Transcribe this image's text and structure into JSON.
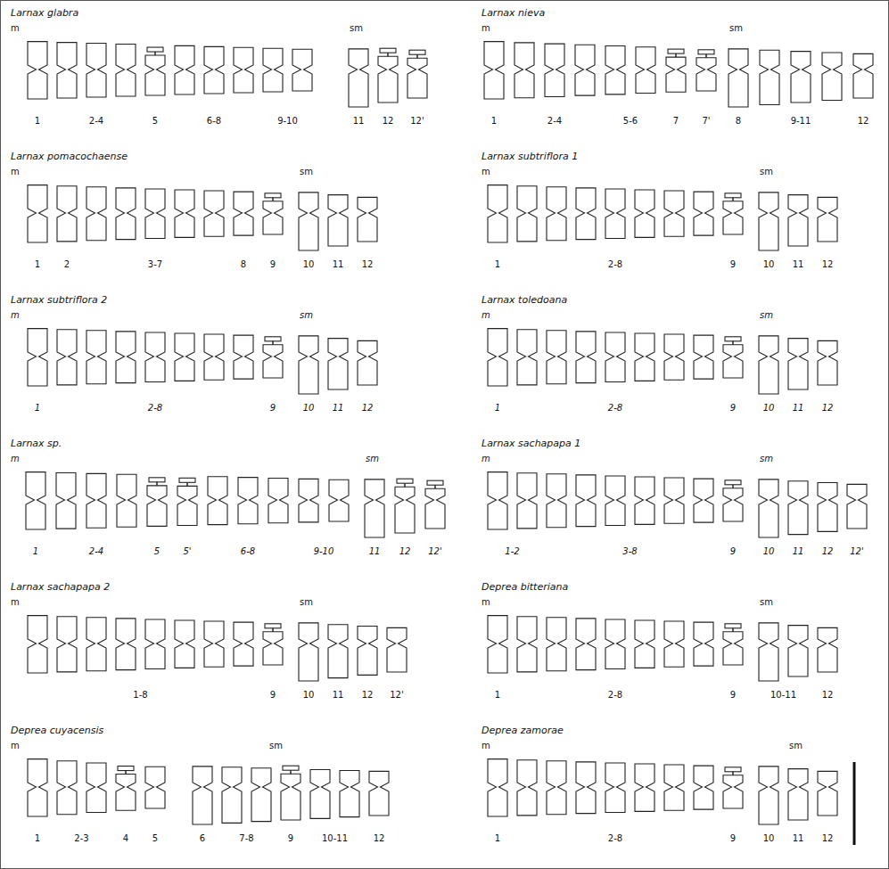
{
  "diagram": {
    "labels": [
      "Larnax glabra",
      "m",
      "sm",
      "1",
      "2-4",
      "5",
      "6-8",
      "9-10",
      "11",
      "12",
      "12'",
      "Larnax nieva",
      "m",
      "sm",
      "1",
      "2-4",
      "5-6",
      "7",
      "7'",
      "8",
      "9-11",
      "12",
      "Larnax pomacochaense",
      "m",
      "sm",
      "1",
      "2",
      "3-7",
      "8",
      "9",
      "10",
      "11",
      "12",
      "Larnax subtriflora 1",
      "m",
      "sm",
      "1",
      "2-8",
      "9",
      "10",
      "11",
      "12",
      "Larnax subtriflora 2",
      "m",
      "sm",
      "1",
      "2-8",
      "9",
      "10",
      "11",
      "12",
      "Larnax toledoana",
      "m",
      "sm",
      "1",
      "2-8",
      "9",
      "10",
      "11",
      "12",
      "Larnax sp.",
      "m",
      "sm",
      "1",
      "2-4",
      "5",
      "5'",
      "6-8",
      "9-10",
      "11",
      "12",
      "12'",
      "Larnax sachapapa 1",
      "m",
      "sm",
      "1-2",
      "3-8",
      "9",
      "10",
      "11",
      "12",
      "12'",
      "Larnax sachapapa 2",
      "m",
      "sm",
      "1-8",
      "9",
      "10",
      "11",
      "12",
      "12'",
      "Deprea bitteriana",
      "m",
      "sm",
      "1",
      "2-8",
      "9",
      "10-11",
      "12",
      "Deprea cuyacensis",
      "m",
      "sm",
      "1",
      "2-3",
      "4",
      "5",
      "6",
      "7-8",
      "9",
      "10-11",
      "12",
      "Deprea zamorae",
      "m",
      "sm",
      "1",
      "2-8",
      "9",
      "10",
      "11",
      "12"
    ]
  }
}
